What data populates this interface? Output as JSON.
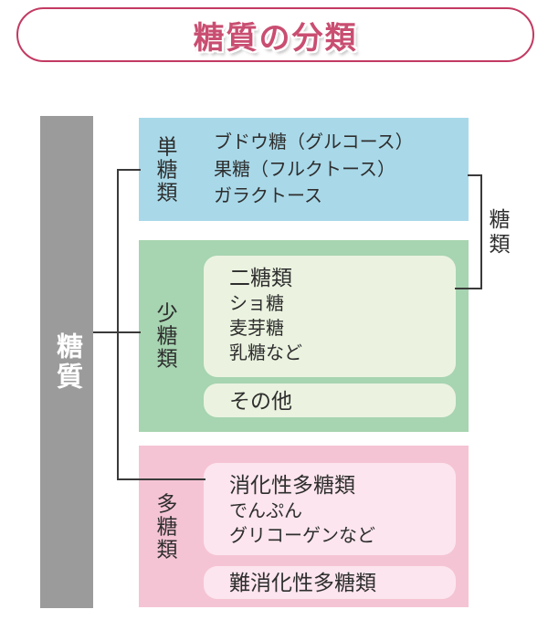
{
  "title": "糖質の分類",
  "root": {
    "label": "糖質"
  },
  "bracket": {
    "label": "糖類"
  },
  "groups": [
    {
      "label": "単糖類",
      "items": [
        "ブドウ糖（グルコース）",
        "果糖（フルクトース）",
        "ガラクトース"
      ]
    },
    {
      "label": "少糖類",
      "sub_boxes": [
        {
          "heading": "二糖類",
          "items": [
            "ショ糖",
            "麦芽糖",
            "乳糖など"
          ]
        },
        {
          "heading": "その他",
          "items": []
        }
      ]
    },
    {
      "label": "多糖類",
      "sub_boxes": [
        {
          "heading": "消化性多糖類",
          "items": [
            "でんぷん",
            "グリコーゲンなど"
          ]
        },
        {
          "heading": "難消化性多糖類",
          "items": []
        }
      ]
    }
  ],
  "colors": {
    "accent_border": "#c23a62",
    "title_text": "#c94e71",
    "root_bar": "#9b9b9b",
    "mono_box": "#a9d9e9",
    "oligo_box": "#a7d4b1",
    "oligo_inner": "#ebf3e0",
    "poly_box": "#f5c4d4",
    "poly_inner": "#fce5ee",
    "line": "#3a3a3a",
    "text": "#2e2e2e"
  }
}
